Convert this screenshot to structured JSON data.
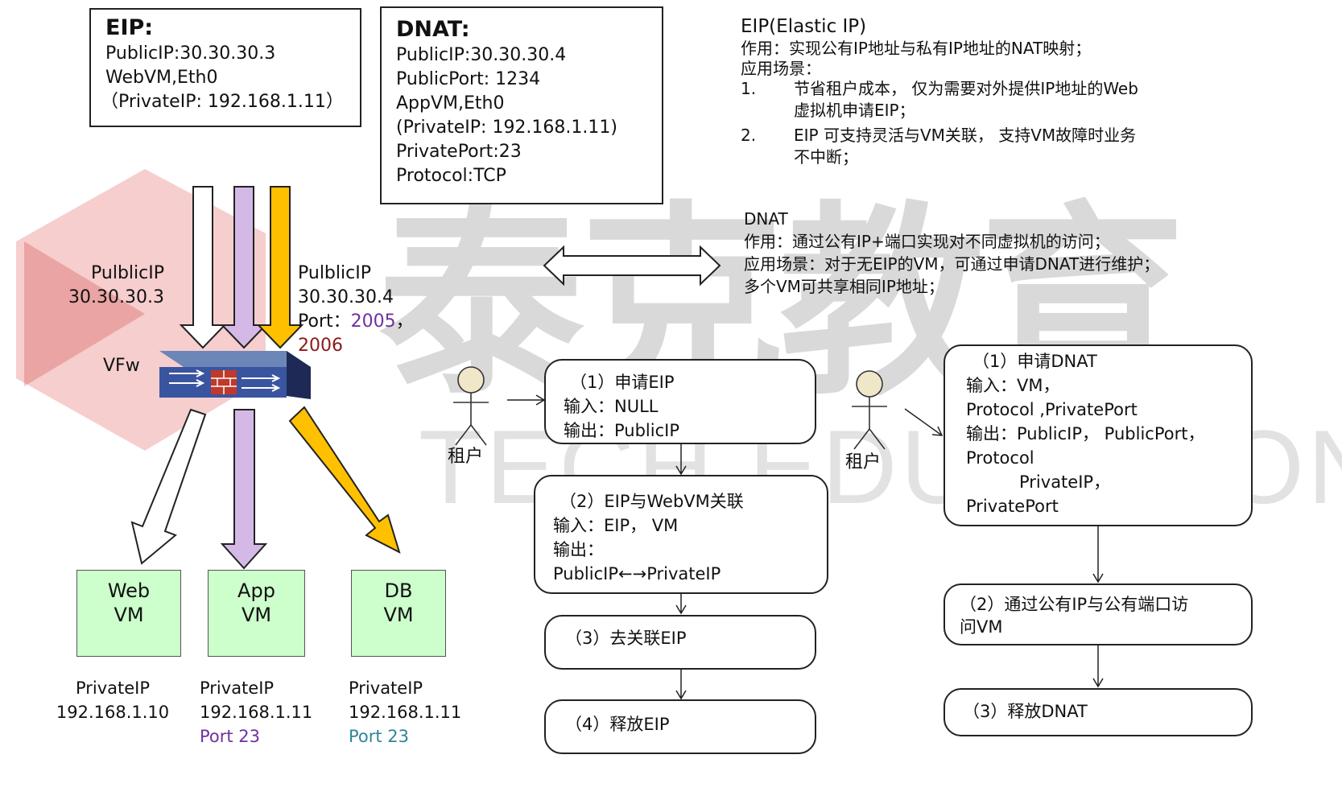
{
  "watermark": {
    "cn": "泰克教育",
    "en": "TECH EDUCATION"
  },
  "eip_box": {
    "title": "EIP:",
    "lines": [
      "PublicIP:30.30.30.3",
      "WebVM,Eth0",
      "（PrivateIP: 192.168.1.11）"
    ]
  },
  "dnat_box": {
    "title": "DNAT:",
    "lines": [
      "PublicIP:30.30.30.4",
      "PublicPort: 1234",
      "AppVM,Eth0",
      "(PrivateIP: 192.168.1.11)",
      "PrivatePort:23",
      "Protocol:TCP"
    ]
  },
  "eip_desc": {
    "title": "EIP(Elastic IP)",
    "purpose": "作用：实现公有IP地址与私有IP地址的NAT映射；",
    "scene": "应用场景：",
    "items": [
      {
        "num": "1.",
        "line1": "节省租户成本， 仅为需要对外提供IP地址的Web",
        "line2": "虚拟机申请EIP；"
      },
      {
        "num": "2.",
        "line1": "EIP 可支持灵活与VM关联， 支持VM故障时业务",
        "line2": "不中断；"
      }
    ]
  },
  "dnat_desc": {
    "title": "DNAT",
    "purpose": "作用：通过公有IP+端口实现对不同虚拟机的访问；",
    "scene": "应用场景：对于无EIP的VM，可通过申请DNAT进行维护；",
    "extra": "多个VM可共享相同IP地址；"
  },
  "left_label": {
    "l1": "PulblicIP",
    "l2": "30.30.30.3"
  },
  "right_label": {
    "l1": "PulblicIP",
    "l2": "30.30.30.4",
    "port_prefix": "Port：",
    "port1": "2005",
    "comma": "，",
    "port2": "2006"
  },
  "vfw_label": "VFw",
  "vms": [
    {
      "l1": "Web",
      "l2": "VM",
      "cap1": "PrivateIP",
      "cap2": "192.168.1.10",
      "cap3": ""
    },
    {
      "l1": "App",
      "l2": "VM",
      "cap1": "PrivateIP",
      "cap2": "192.168.1.11",
      "cap3": "Port 23"
    },
    {
      "l1": "DB",
      "l2": "VM",
      "cap1": "PrivateIP",
      "cap2": "192.168.1.11",
      "cap3": "Port 23"
    }
  ],
  "tenant_label": "租户",
  "eip_flow": [
    {
      "lines": [
        "（1）申请EIP",
        "输入：NULL",
        "输出：PublicIP"
      ]
    },
    {
      "lines": [
        "（2）EIP与WebVM关联",
        "输入：EIP， VM",
        "输出：",
        "PublicIP←→PrivateIP"
      ]
    },
    {
      "lines": [
        "（3）去关联EIP"
      ]
    },
    {
      "lines": [
        "（4）释放EIP"
      ]
    }
  ],
  "dnat_flow": [
    {
      "lines": [
        "（1）申请DNAT",
        "输入：VM，",
        "Protocol ,PrivatePort",
        "输出：PublicIP， PublicPort，",
        "Protocol",
        "PrivateIP，",
        "PrivatePort"
      ]
    },
    {
      "lines": [
        "（2）通过公有IP与公有端口访",
        "问VM"
      ]
    },
    {
      "lines": [
        "（3）释放DNAT"
      ]
    }
  ],
  "colors": {
    "purple_arrow": "#d4b9e6",
    "orange_arrow": "#ffc000",
    "vm_fill": "#ccffcc",
    "port_purple": "#7030a0",
    "port_darkred": "#8b1a1a",
    "port_teal": "#31849b",
    "watermark_red": "#e57373"
  }
}
